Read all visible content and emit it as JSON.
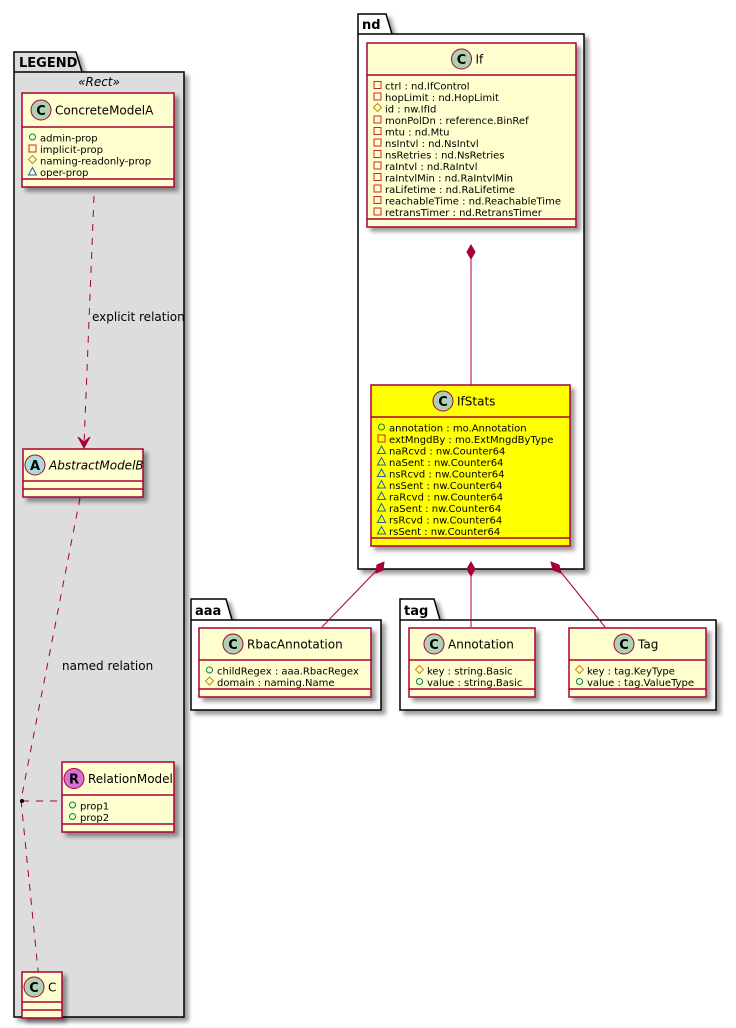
{
  "colors": {
    "class_fill": "#FEFECE",
    "class_highlight_fill": "#FFFF00",
    "class_border": "#A80036",
    "legend_fill": "#DDDDDD",
    "package_fill": "#FFFFFF",
    "spot_class": "#ADD1B2",
    "spot_abstract": "#A9DCDF",
    "spot_relation": "#DA70D6",
    "vis_public": "#038048",
    "vis_private": "#C82930",
    "vis_protected": "#B38D22",
    "vis_package": "#1963A0"
  },
  "packages": {
    "legend": {
      "title": "LEGEND",
      "stereotype": "«Rect»",
      "classes": {
        "concrete": {
          "spot": "C",
          "name": "ConcreteModelA",
          "attrs": [
            {
              "vis": "public",
              "text": "admin-prop"
            },
            {
              "vis": "private",
              "text": "implicit-prop"
            },
            {
              "vis": "protected",
              "text": "naming-readonly-prop"
            },
            {
              "vis": "package",
              "text": "oper-prop"
            }
          ]
        },
        "abstract": {
          "spot": "A",
          "name": "AbstractModelB"
        },
        "relation": {
          "spot": "R",
          "name": "RelationModel",
          "attrs": [
            {
              "vis": "public",
              "text": "prop1"
            },
            {
              "vis": "public",
              "text": "prop2"
            }
          ]
        },
        "c": {
          "spot": "C",
          "name": "C"
        }
      },
      "relations": {
        "explicit": "explicit relation",
        "named": "named relation"
      }
    },
    "nd": {
      "title": "nd",
      "classes": {
        "if": {
          "spot": "C",
          "name": "If",
          "attrs": [
            {
              "vis": "private",
              "text": "ctrl : nd.IfControl"
            },
            {
              "vis": "private",
              "text": "hopLimit : nd.HopLimit"
            },
            {
              "vis": "protected",
              "text": "id : nw.IfId"
            },
            {
              "vis": "private",
              "text": "monPolDn : reference.BinRef"
            },
            {
              "vis": "private",
              "text": "mtu : nd.Mtu"
            },
            {
              "vis": "private",
              "text": "nsIntvl : nd.NsIntvl"
            },
            {
              "vis": "private",
              "text": "nsRetries : nd.NsRetries"
            },
            {
              "vis": "private",
              "text": "raIntvl : nd.RaIntvl"
            },
            {
              "vis": "private",
              "text": "raIntvlMin : nd.RaIntvlMin"
            },
            {
              "vis": "private",
              "text": "raLifetime : nd.RaLifetime"
            },
            {
              "vis": "private",
              "text": "reachableTime : nd.ReachableTime"
            },
            {
              "vis": "private",
              "text": "retransTimer : nd.RetransTimer"
            }
          ]
        },
        "ifstats": {
          "spot": "C",
          "name": "IfStats",
          "attrs": [
            {
              "vis": "public",
              "text": "annotation : mo.Annotation"
            },
            {
              "vis": "private",
              "text": "extMngdBy : mo.ExtMngdByType"
            },
            {
              "vis": "package",
              "text": "naRcvd : nw.Counter64"
            },
            {
              "vis": "package",
              "text": "naSent : nw.Counter64"
            },
            {
              "vis": "package",
              "text": "nsRcvd : nw.Counter64"
            },
            {
              "vis": "package",
              "text": "nsSent : nw.Counter64"
            },
            {
              "vis": "package",
              "text": "raRcvd : nw.Counter64"
            },
            {
              "vis": "package",
              "text": "raSent : nw.Counter64"
            },
            {
              "vis": "package",
              "text": "rsRcvd : nw.Counter64"
            },
            {
              "vis": "package",
              "text": "rsSent : nw.Counter64"
            }
          ]
        }
      }
    },
    "aaa": {
      "title": "aaa",
      "classes": {
        "rbac": {
          "spot": "C",
          "name": "RbacAnnotation",
          "attrs": [
            {
              "vis": "public",
              "text": "childRegex : aaa.RbacRegex"
            },
            {
              "vis": "protected",
              "text": "domain : naming.Name"
            }
          ]
        }
      }
    },
    "tag": {
      "title": "tag",
      "classes": {
        "annotation": {
          "spot": "C",
          "name": "Annotation",
          "attrs": [
            {
              "vis": "protected",
              "text": "key : string.Basic"
            },
            {
              "vis": "public",
              "text": "value : string.Basic"
            }
          ]
        },
        "tag": {
          "spot": "C",
          "name": "Tag",
          "attrs": [
            {
              "vis": "protected",
              "text": "key : tag.KeyType"
            },
            {
              "vis": "public",
              "text": "value : tag.ValueType"
            }
          ]
        }
      }
    }
  }
}
